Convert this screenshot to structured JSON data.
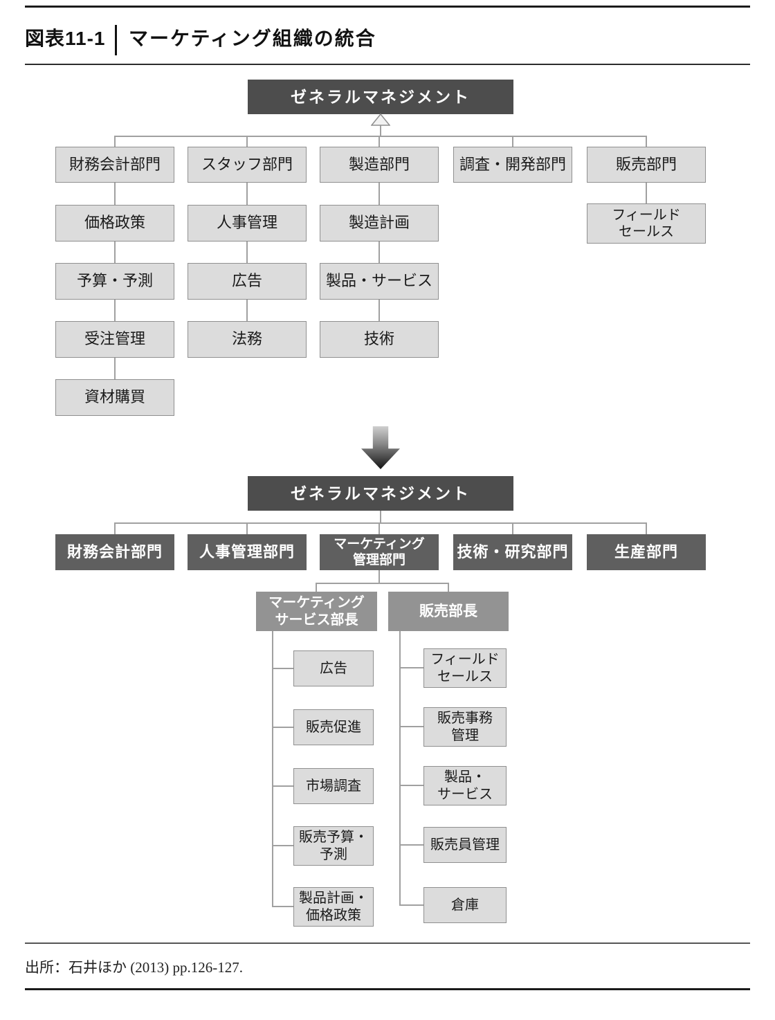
{
  "header": {
    "figure_label": "図表11-1",
    "title": "マーケティング組織の統合"
  },
  "chart1": {
    "root": "ゼネラルマネジメント",
    "departments": [
      {
        "label": "財務会計部門",
        "children": [
          "価格政策",
          "予算・予測",
          "受注管理",
          "資材購買"
        ]
      },
      {
        "label": "スタッフ部門",
        "children": [
          "人事管理",
          "広告",
          "法務"
        ]
      },
      {
        "label": "製造部門",
        "children": [
          "製造計画",
          "製品・サービス",
          "技術"
        ]
      },
      {
        "label": "調査・開発部門",
        "children": []
      },
      {
        "label": "販売部門",
        "children": [
          "フィールド\nセールス"
        ]
      }
    ]
  },
  "chart2": {
    "root": "ゼネラルマネジメント",
    "departments": [
      {
        "label": "財務会計部門"
      },
      {
        "label": "人事管理部門"
      },
      {
        "label": "マーケティング\n管理部門"
      },
      {
        "label": "技術・研究部門"
      },
      {
        "label": "生産部門"
      }
    ],
    "managers": [
      {
        "label": "マーケティング\nサービス部長",
        "children": [
          "広告",
          "販売促進",
          "市場調査",
          "販売予算・\n予測",
          "製品計画・\n価格政策"
        ]
      },
      {
        "label": "販売部長",
        "children": [
          "フィールド\nセールス",
          "販売事務\n管理",
          "製品・\nサービス",
          "販売員管理",
          "倉庫"
        ]
      }
    ]
  },
  "colors": {
    "root_box": "#4d4d4d",
    "department_box_dark": "#5f5f5f",
    "manager_box": "#939393",
    "light_box": "#dcdcdc",
    "connector_line": "#a0a0a0"
  },
  "footer": {
    "source": "出所：石井ほか (2013) pp.126-127."
  }
}
